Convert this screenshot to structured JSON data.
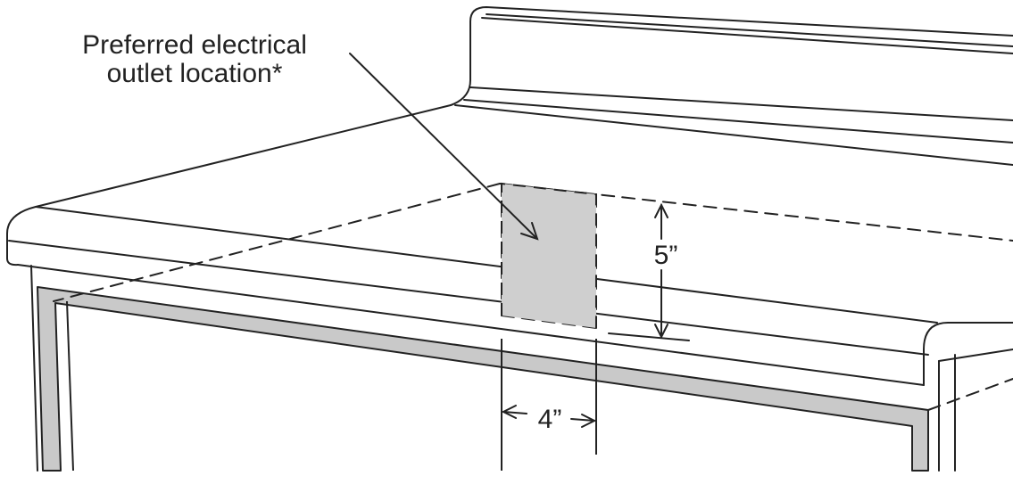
{
  "callout": {
    "line1": "Preferred electrical",
    "line2": "outlet location*"
  },
  "dimensions": {
    "height": "5”",
    "width": "4”"
  },
  "colors": {
    "ink": "#222222",
    "outlet_area": "#cfcfcf",
    "frame_fill": "#c9c9c9",
    "background": "#ffffff"
  }
}
